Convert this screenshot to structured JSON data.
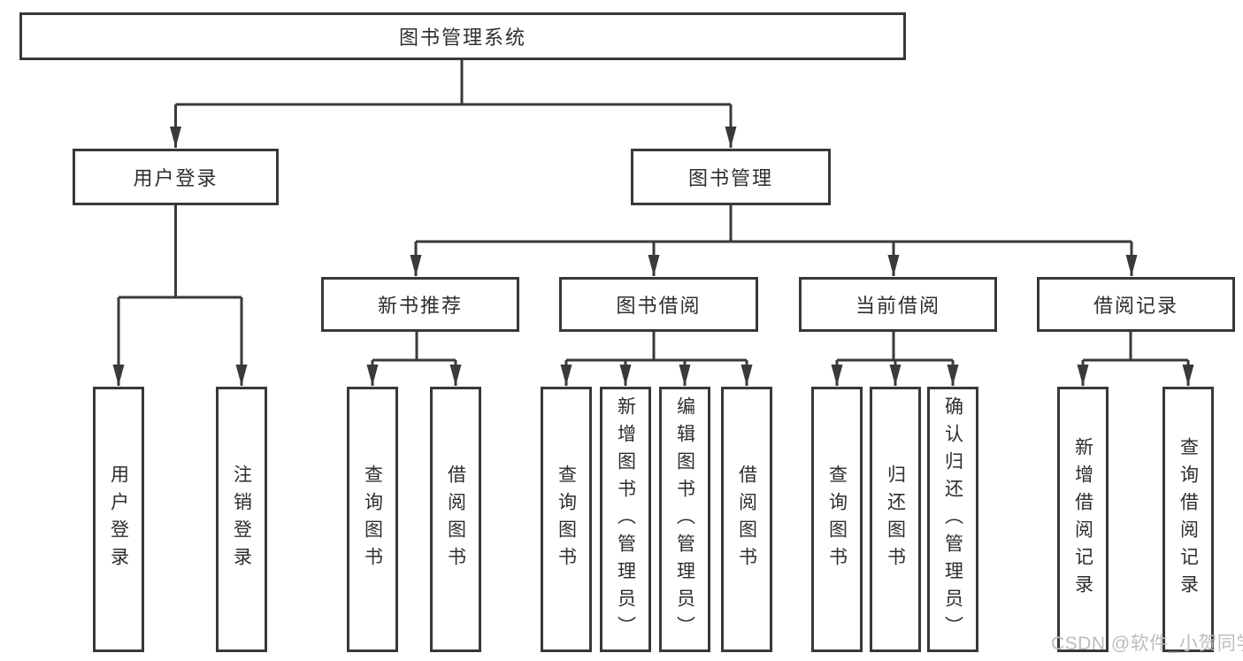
{
  "colors": {
    "line": "#3a3a3a",
    "border": "#383838",
    "box_bg": "#ffffff",
    "text": "#2e2e2e",
    "watermark": "#bdbdbd",
    "background": "#ffffff"
  },
  "nodes": {
    "root": "图书管理系统",
    "user_login": "用户登录",
    "book_mgmt": "图书管理",
    "new_books": "新书推荐",
    "book_borrow": "图书借阅",
    "current_borrow": "当前借阅",
    "borrow_records": "借阅记录",
    "leaves": {
      "user_login": [
        "用户登录",
        "注销登录"
      ],
      "new_books": [
        "查询图书",
        "借阅图书"
      ],
      "book_borrow": [
        "查询图书",
        "新增图书（管理员）",
        "编辑图书（管理员）",
        "借阅图书"
      ],
      "current_borrow": [
        "查询图书",
        "归还图书",
        "确认归还（管理员）"
      ],
      "borrow_records": [
        "新增借阅记录",
        "查询借阅记录"
      ]
    }
  },
  "watermark": "CSDN @软件_小贺同学"
}
